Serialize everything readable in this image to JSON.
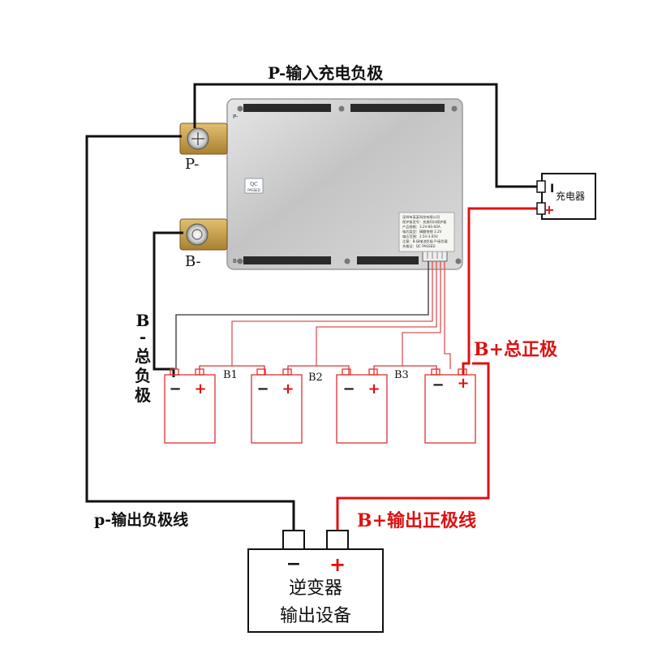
{
  "labels": {
    "top_wire": "P-输入充电负极",
    "p_terminal": "P-",
    "b_terminal": "B-",
    "b_total_negative": "B-总负极",
    "b_total_positive": "B+总正极",
    "p_output_negative": "p-输出负极线",
    "b_output_positive": "B+输出正极线",
    "charger": "充电器",
    "inverter_line1": "逆变器",
    "inverter_line2": "输出设备",
    "minus": "−",
    "plus": "+",
    "charger_minus": "I",
    "taps": [
      "B1",
      "B2",
      "B3"
    ]
  },
  "board": {
    "qc_stamp": "QC",
    "qc_sub": "PASSED",
    "left_label_top": "P-",
    "left_label_bottom": "B-",
    "sticker_lines": [
      "深圳市某某科技有限公司",
      "保护板型号：充放同口保护板",
      "产品规格：3.2V-8S-60A",
      "电芯类型：磷酸铁锂 3.2V",
      "电压范围：2.5V-3.65V",
      "注意：B-接电池负极 P-接负载",
      "合格证：QC PASSED"
    ]
  },
  "colors": {
    "wire_black": "#111111",
    "wire_red": "#e01010",
    "thin_red": "#e05050",
    "battery_red": "#e03030",
    "label_red": "#dd1111",
    "board_silver": "#c8c8c8",
    "terminal_gold": "#c8a040"
  }
}
